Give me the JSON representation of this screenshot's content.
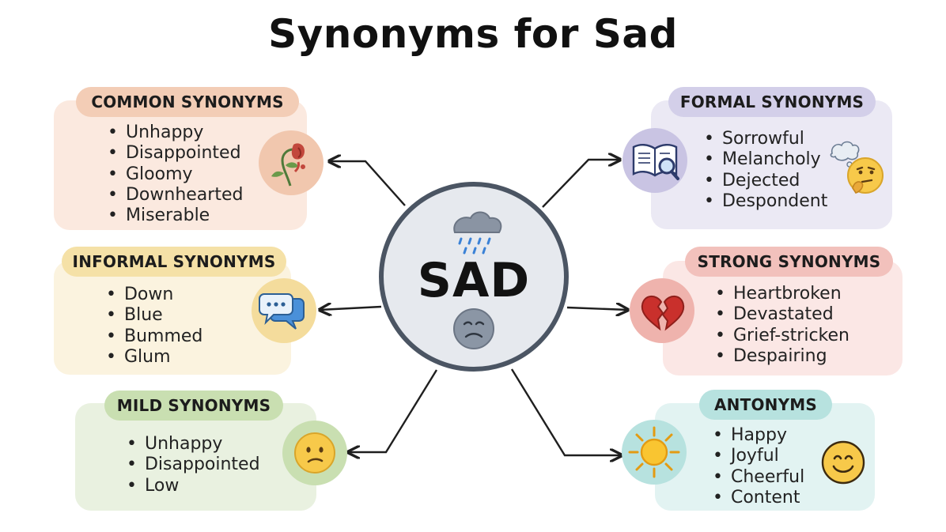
{
  "title": "Synonyms for Sad",
  "center": {
    "word": "SAD",
    "top_icon": "rain-cloud-icon",
    "bottom_icon": "sad-face-icon"
  },
  "categories": [
    {
      "id": "common",
      "label": "COMMON SYNONYMS",
      "words": [
        "Unhappy",
        "Disappointed",
        "Gloomy",
        "Downhearted",
        "Miserable"
      ],
      "icon": "wilted-flower-icon",
      "card_color": "#fbe9df",
      "pill_color": "#f3cdb6"
    },
    {
      "id": "informal",
      "label": "INFORMAL SYNONYMS",
      "words": [
        "Down",
        "Blue",
        "Bummed",
        "Glum"
      ],
      "icon": "speech-bubbles-icon",
      "card_color": "#fbf3df",
      "pill_color": "#f5e1a7"
    },
    {
      "id": "mild",
      "label": "MILD SYNONYMS",
      "words": [
        "Unhappy",
        "Disappointed",
        "Low"
      ],
      "icon": "worried-face-icon",
      "card_color": "#e9f1e0",
      "pill_color": "#c9dfb1"
    },
    {
      "id": "formal",
      "label": "FORMAL SYNONYMS",
      "words": [
        "Sorrowful",
        "Melancholy",
        "Dejected",
        "Despondent"
      ],
      "icon": "book-magnifier-icon",
      "secondary_icon": "thinking-face-icon",
      "card_color": "#ebe9f4",
      "pill_color": "#d3cfe9"
    },
    {
      "id": "strong",
      "label": "STRONG SYNONYMS",
      "words": [
        "Heartbroken",
        "Devastated",
        "Grief-stricken",
        "Despairing"
      ],
      "icon": "broken-heart-icon",
      "card_color": "#fbe7e5",
      "pill_color": "#f2c1bc"
    },
    {
      "id": "antonyms",
      "label": "ANTONYMS",
      "words": [
        "Happy",
        "Joyful",
        "Cheerful",
        "Content"
      ],
      "icon": "sun-icon",
      "secondary_icon": "smiling-face-icon",
      "card_color": "#e2f3f2",
      "pill_color": "#b7e2df"
    }
  ]
}
